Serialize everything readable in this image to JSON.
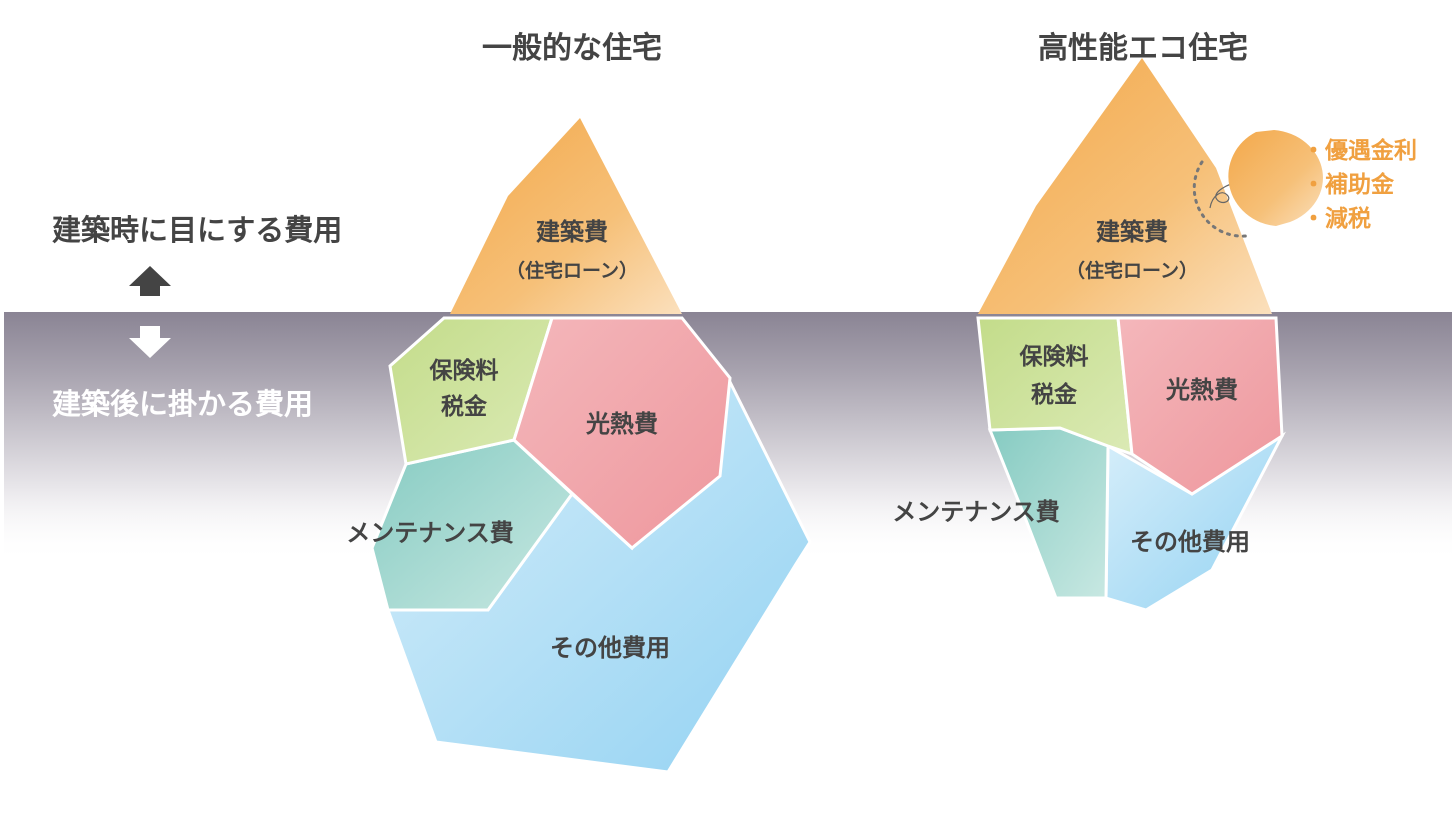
{
  "titles": {
    "left": "一般的な住宅",
    "right": "高性能エコ住宅"
  },
  "side_labels": {
    "above": "建築時に目にする費用",
    "below": "建築後に掛かる費用"
  },
  "left_iceberg": {
    "construction": {
      "label": "建築費",
      "sub": "（住宅ローン）"
    },
    "insurance": {
      "line1": "保険料",
      "line2": "税金"
    },
    "utilities": "光熱費",
    "maintenance": "メンテナンス費",
    "other": "その他費用"
  },
  "right_iceberg": {
    "construction": {
      "label": "建築費",
      "sub": "（住宅ローン）"
    },
    "insurance": {
      "line1": "保険料",
      "line2": "税金"
    },
    "utilities": "光熱費",
    "maintenance": "メンテナンス費",
    "other": "その他費用"
  },
  "benefits": {
    "items": [
      "・優遇金利",
      "・補助金",
      "・減税"
    ]
  },
  "colors": {
    "construction": "#f3b35f",
    "insurance": "#c9df96",
    "utilities": "#f0a3a8",
    "maintenance": "#8fd0c6",
    "other": "#a9daf3",
    "water": "#8d8796",
    "benefit_text": "#f0a040",
    "text": "#444444"
  },
  "icons": {
    "up_arrow": "arrow-up-icon",
    "down_arrow": "arrow-down-icon"
  }
}
